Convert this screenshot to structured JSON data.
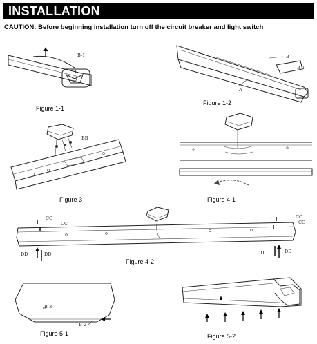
{
  "header": {
    "title": "INSTALLATION"
  },
  "caution": "CAUTION: Before beginning installation turn off the circuit breaker and light switch",
  "figures": {
    "fig_1_1": {
      "label": "Figure 1-1",
      "callout_b1": "B-1"
    },
    "fig_1_2": {
      "label": "Figure 1-2",
      "callout_b": "B",
      "callout_b1": "B-1",
      "callout_a": "A"
    },
    "fig_3": {
      "label": "Figure 3",
      "callout_bb": "BB"
    },
    "fig_4_1": {
      "label": "Figure 4-1"
    },
    "fig_4_2": {
      "label": "Figure 4-2",
      "callout_cc": "CC",
      "callout_dd": "DD"
    },
    "fig_5_1": {
      "label": "Figure 5-1",
      "callout_b3": "B-3",
      "callout_b2": "B-2"
    },
    "fig_5_2": {
      "label": "Figure 5-2"
    }
  }
}
